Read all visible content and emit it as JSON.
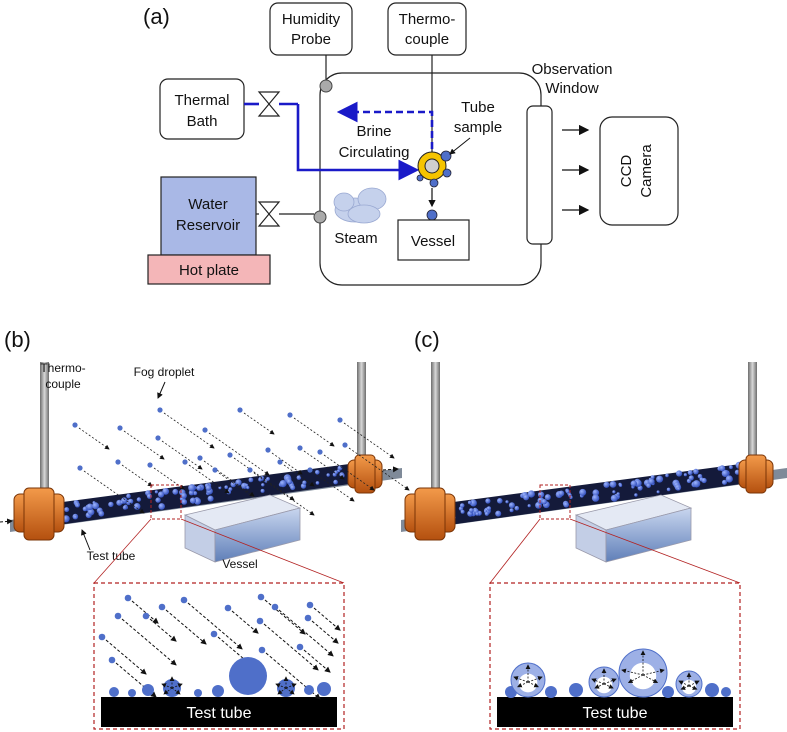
{
  "panel_labels": {
    "a": "(a)",
    "b": "(b)",
    "c": "(c)"
  },
  "schematic": {
    "humidity_probe": [
      "Humidity",
      "Probe"
    ],
    "thermocouple": [
      "Thermo-",
      "couple"
    ],
    "observation_window": [
      "Observation",
      "Window"
    ],
    "thermal_bath": [
      "Thermal",
      "Bath"
    ],
    "tube_sample": [
      "Tube",
      "sample"
    ],
    "brine_circulating": [
      "Brine",
      "Circulating"
    ],
    "water_reservoir": [
      "Water",
      "Reservoir"
    ],
    "hot_plate": "Hot plate",
    "steam": "Steam",
    "vessel": "Vessel",
    "ccd_camera": [
      "CCD",
      "Camera"
    ]
  },
  "panel_b": {
    "thermocouple": [
      "Thermo-",
      "couple"
    ],
    "fog_droplet": "Fog droplet",
    "test_tube": "Test tube",
    "vessel": "Vessel",
    "inset_test_tube": "Test tube"
  },
  "panel_c": {
    "inset_test_tube": "Test tube"
  },
  "colors": {
    "brine": "#1a1ac8",
    "reservoir": "#a9b8e6",
    "hot_plate": "#f4b6b8",
    "sample_ring": "#f5c400",
    "droplet": "#4f6fc9",
    "fitting": "#d9661a",
    "inset_border": "#b22222"
  }
}
